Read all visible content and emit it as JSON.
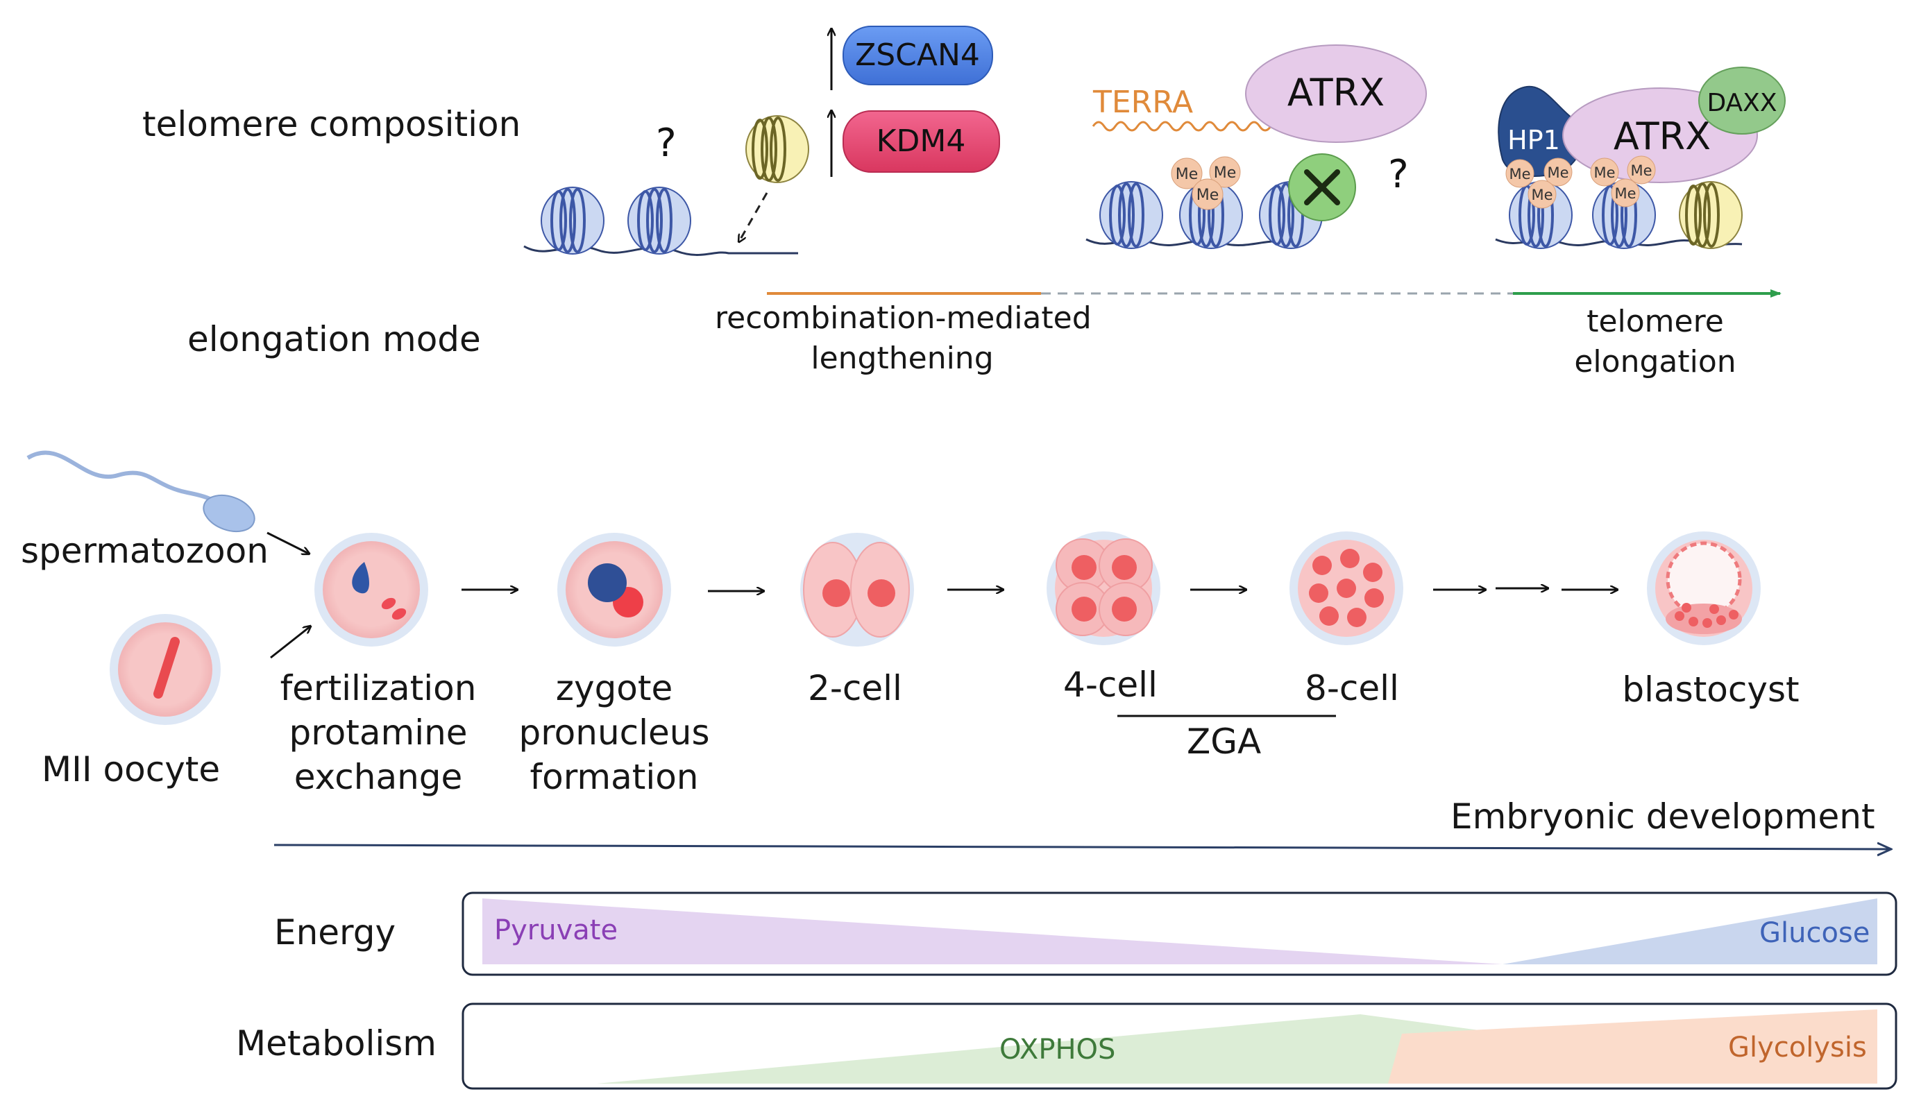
{
  "labels": {
    "telomere_composition": "telomere composition",
    "elongation_mode": "elongation mode",
    "question_mark_1": "?",
    "question_mark_2": "?",
    "terra": "TERRA",
    "recombination": [
      "recombination-mediated",
      "lengthening"
    ],
    "telomere_elongation": [
      "telomere",
      "elongation"
    ],
    "spermatozoon": "spermatozoon",
    "mii_oocyte": "MII oocyte",
    "zga": "ZGA",
    "embryonic_development": "Embryonic development",
    "energy": "Energy",
    "metabolism": "Metabolism",
    "methyl": "Me"
  },
  "proteins": {
    "zscan4": "ZSCAN4",
    "kdm4": "KDM4",
    "atrx_1": "ATRX",
    "atrx_2": "ATRX",
    "daxx": "DAXX",
    "hp1": "HP1"
  },
  "stages": [
    {
      "id": "fertilization",
      "lines": [
        "fertilization",
        "protamine",
        "exchange"
      ]
    },
    {
      "id": "zygote",
      "lines": [
        "zygote",
        "pronucleus",
        "formation"
      ]
    },
    {
      "id": "2-cell",
      "lines": [
        "2-cell"
      ]
    },
    {
      "id": "4-cell",
      "lines": [
        "4-cell"
      ]
    },
    {
      "id": "8-cell",
      "lines": [
        "8-cell"
      ]
    },
    {
      "id": "blastocyst",
      "lines": [
        "blastocyst"
      ]
    }
  ],
  "energy": {
    "left": "Pyruvate",
    "right": "Glucose"
  },
  "metabolism": {
    "middle": "OXPHOS",
    "right": "Glycolysis"
  },
  "colors": {
    "zscan4": "#4f83e8",
    "kdm4": "#e84a78",
    "atrx": "#e3c6e8",
    "daxx": "#8fc48a",
    "hp1": "#2a4f8f",
    "nucleosome": "#cad8f2",
    "yellow_nucleosome": "#f7eea0",
    "embryo_pink": "#f8c9c9",
    "embryo_red": "#ee5f62",
    "orange_line": "#e08a3a",
    "green_arrow": "#2e9e4c",
    "pyruvate_purple": "#e2d2f0",
    "glucose_blue": "#c9d6ee",
    "oxphos_green": "#d9ecd3",
    "glycolysis_orange": "#fbdccb"
  }
}
